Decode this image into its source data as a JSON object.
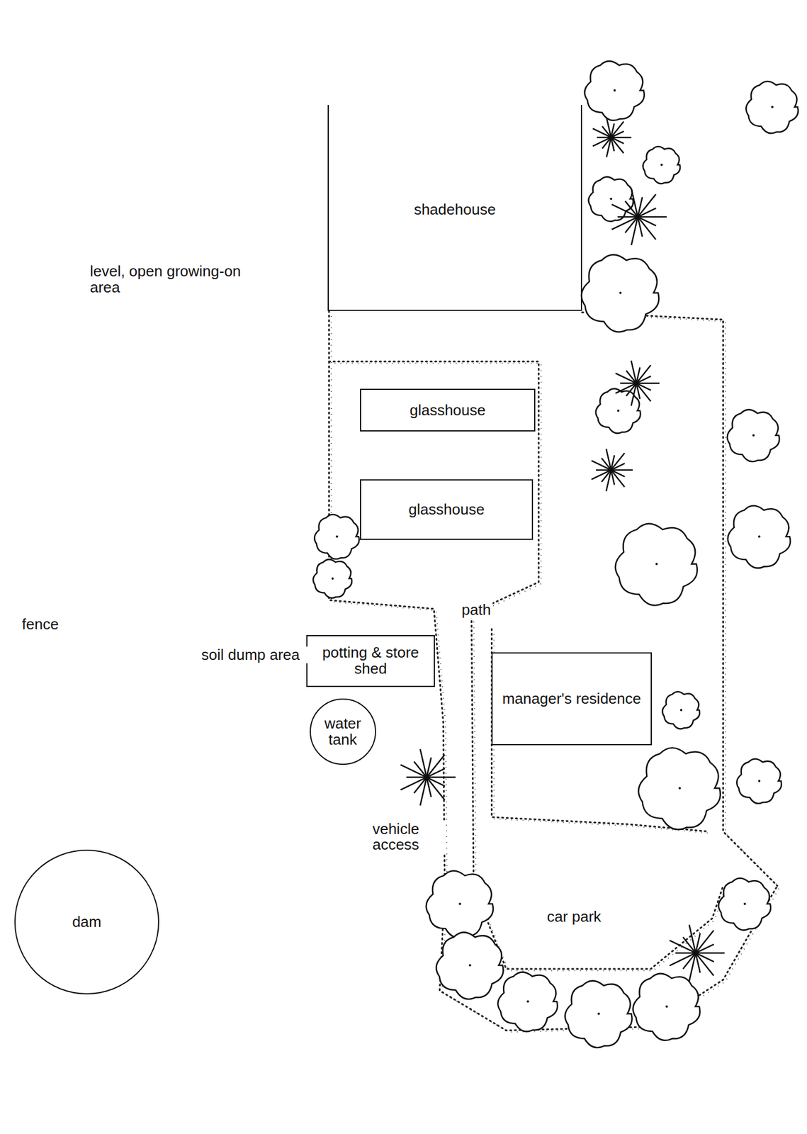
{
  "diagram": {
    "nodes": [
      {
        "text": [
          "shadehouse"
        ]
      },
      {
        "text": [
          "glasshouse"
        ]
      },
      {
        "text": [
          "glasshouse"
        ]
      },
      {
        "text": [
          "potting & store shed"
        ]
      },
      {
        "text": [
          "manager's residence"
        ]
      },
      {
        "text": [
          "water tank"
        ]
      },
      {
        "text": [
          "dam"
        ]
      }
    ],
    "labels": [
      "level, open growing-on area",
      "fence",
      "soil dump area",
      "path",
      "vehicle access",
      "car park"
    ]
  }
}
